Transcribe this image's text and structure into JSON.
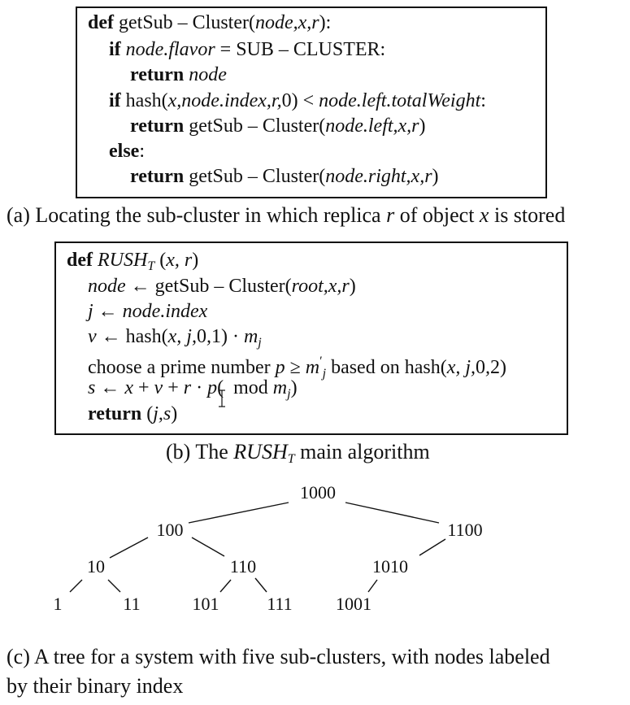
{
  "figure_a": {
    "lines": [
      {
        "kw": "def",
        "text": " getSub – Cluster(",
        "arg": "node",
        "tail": ",x,r):"
      },
      {
        "kw": "if",
        "text": " node.flavor = SUB – CLUSTER:"
      },
      {
        "kw": "return",
        "text": " node"
      },
      {
        "kw": "if",
        "text": " hash(x, node.index, r, 0) < node.left.totalWeight:"
      },
      {
        "kw": "return",
        "text": " getSub – Cluster(node.left, x, r)"
      },
      {
        "kw": "else",
        "text": ":"
      },
      {
        "kw": "return",
        "text": " getSub – Cluster(node.right, x, r)"
      }
    ],
    "caption": "(a) Locating the sub-cluster in which replica r of object x is stored"
  },
  "figure_b": {
    "lines": [
      {
        "kw": "def",
        "text": " RUSH",
        "sub": "T",
        "tail": " (x, r)"
      },
      {
        "text": "node ← getSub – Cluster(root, x, r)"
      },
      {
        "text": "j ← node.index"
      },
      {
        "text": "v ← hash(x, j, 0, 1) · m",
        "sub": "j"
      },
      {
        "text": "choose a prime number p ≥ m′",
        "sub": "j",
        "tail": " based on hash(x, j, 0, 2)"
      },
      {
        "text": "s ← x + v + r · p(  mod m",
        "sub": "j",
        "tail": ")"
      },
      {
        "kw": "return",
        "text": " (j, s)"
      }
    ],
    "caption_pre": "(b) The ",
    "caption_it": "RUSH",
    "caption_sub": "T",
    "caption_post": " main algorithm"
  },
  "figure_c": {
    "nodes": [
      "1000",
      "100",
      "1100",
      "10",
      "110",
      "1010",
      "1",
      "11",
      "101",
      "111",
      "1001"
    ],
    "caption_line1": "(c) A tree for a system with five sub-clusters, with nodes labeled",
    "caption_line2": "by their binary index"
  }
}
